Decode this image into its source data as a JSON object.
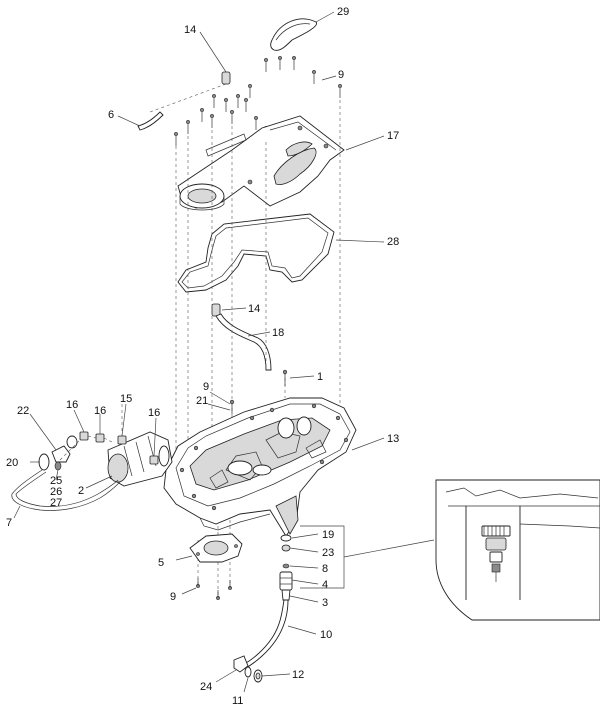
{
  "labels": {
    "l29": "29",
    "l14a": "14",
    "l9a": "9",
    "l6": "6",
    "l17": "17",
    "l28": "28",
    "l14b": "14",
    "l18": "18",
    "l1": "1",
    "l9b": "9",
    "l21": "21",
    "l13": "13",
    "l22": "22",
    "l16a": "16",
    "l16b": "16",
    "l15": "15",
    "l16c": "16",
    "l20": "20",
    "l25": "25",
    "l26": "26",
    "l27": "27",
    "l2": "2",
    "l7": "7",
    "l19": "19",
    "l23": "23",
    "l8": "8",
    "l4": "4",
    "l3": "3",
    "l5": "5",
    "l9c": "9",
    "l10": "10",
    "l12": "12",
    "l24": "24",
    "l11": "11"
  }
}
